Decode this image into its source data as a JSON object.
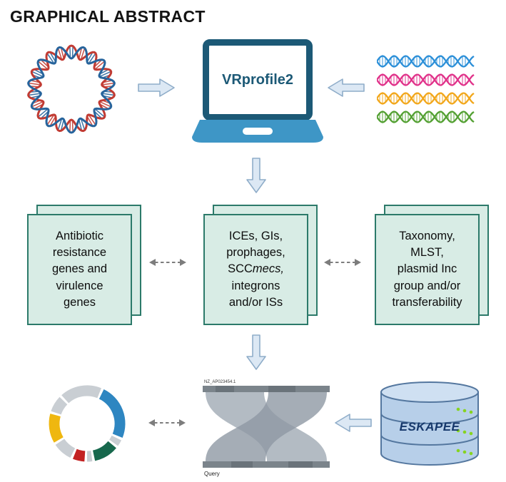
{
  "title": "GRAPHICAL ABSTRACT",
  "laptop": {
    "app_label": "VRprofile2"
  },
  "cards": {
    "left": {
      "lines": [
        "Antibiotic",
        "resistance",
        "genes and",
        "virulence",
        "genes"
      ]
    },
    "center": {
      "line1": "ICEs, GIs,",
      "line2": "prophages,",
      "line3_prefix": "SCC",
      "line3_italic": "mecs,",
      "line4": "integrons",
      "line5": "and/or ISs"
    },
    "right": {
      "lines": [
        "Taxonomy,",
        "MLST,",
        "plasmid Inc",
        "group and/or",
        "transferability"
      ]
    }
  },
  "synteny": {
    "top_label": "NZ_AP023454.1",
    "bottom_label": "Query"
  },
  "database": {
    "label": "ESKAPEE"
  },
  "palette": {
    "card_fill": "#d8ece5",
    "card_border": "#2c7a6a",
    "laptop_frame": "#1c5976",
    "laptop_base": "#3e96c6",
    "block_arrow_fill": "#dce8f4",
    "block_arrow_stroke": "#8fadc9",
    "dashed_arrow": "#7d7d7d",
    "dna_red": "#c13b33",
    "dna_blue": "#27649c",
    "strand_colors": [
      "#2b8fd8",
      "#e03189",
      "#f2a71b",
      "#53a032"
    ],
    "plasmid_colors": {
      "gray": "#c9ced3",
      "blue": "#2e86c1",
      "green": "#17684d",
      "red": "#c32222",
      "yellow": "#efb70f"
    },
    "db_fill": "#b7cfe9",
    "db_stroke": "#54779f",
    "db_text": "#16386b",
    "led_green": "#86d420"
  }
}
